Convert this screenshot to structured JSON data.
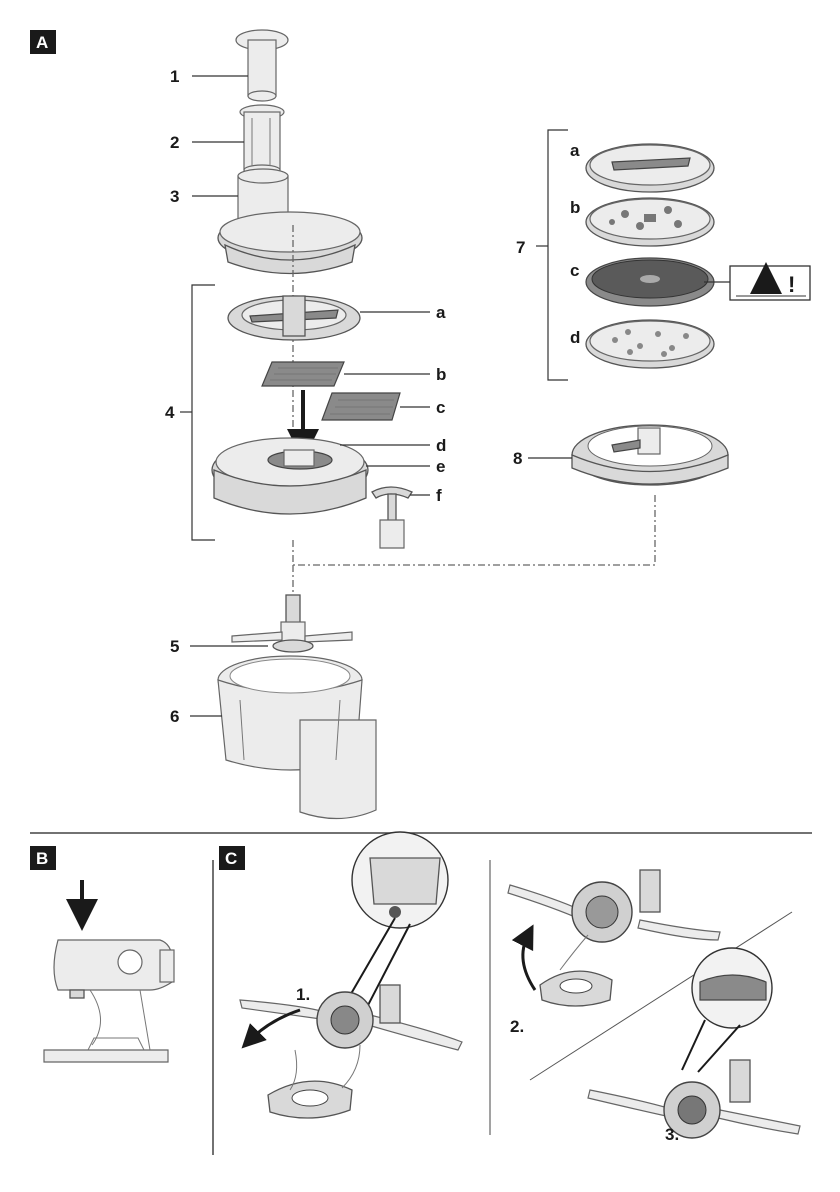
{
  "sections": {
    "a": "A",
    "b": "B",
    "c": "C"
  },
  "parts": {
    "p1": "1",
    "p2": "2",
    "p3": "3",
    "p4": "4",
    "p5": "5",
    "p6": "6",
    "p7": "7",
    "p8": "8"
  },
  "sub_parts_4": {
    "a": "a",
    "b": "b",
    "c": "c",
    "d": "d",
    "e": "e",
    "f": "f"
  },
  "sub_parts_7": {
    "a": "a",
    "b": "b",
    "c": "c",
    "d": "d"
  },
  "callout_7c": "!",
  "steps": {
    "s1": "1.",
    "s2": "2.",
    "s3": "3."
  }
}
